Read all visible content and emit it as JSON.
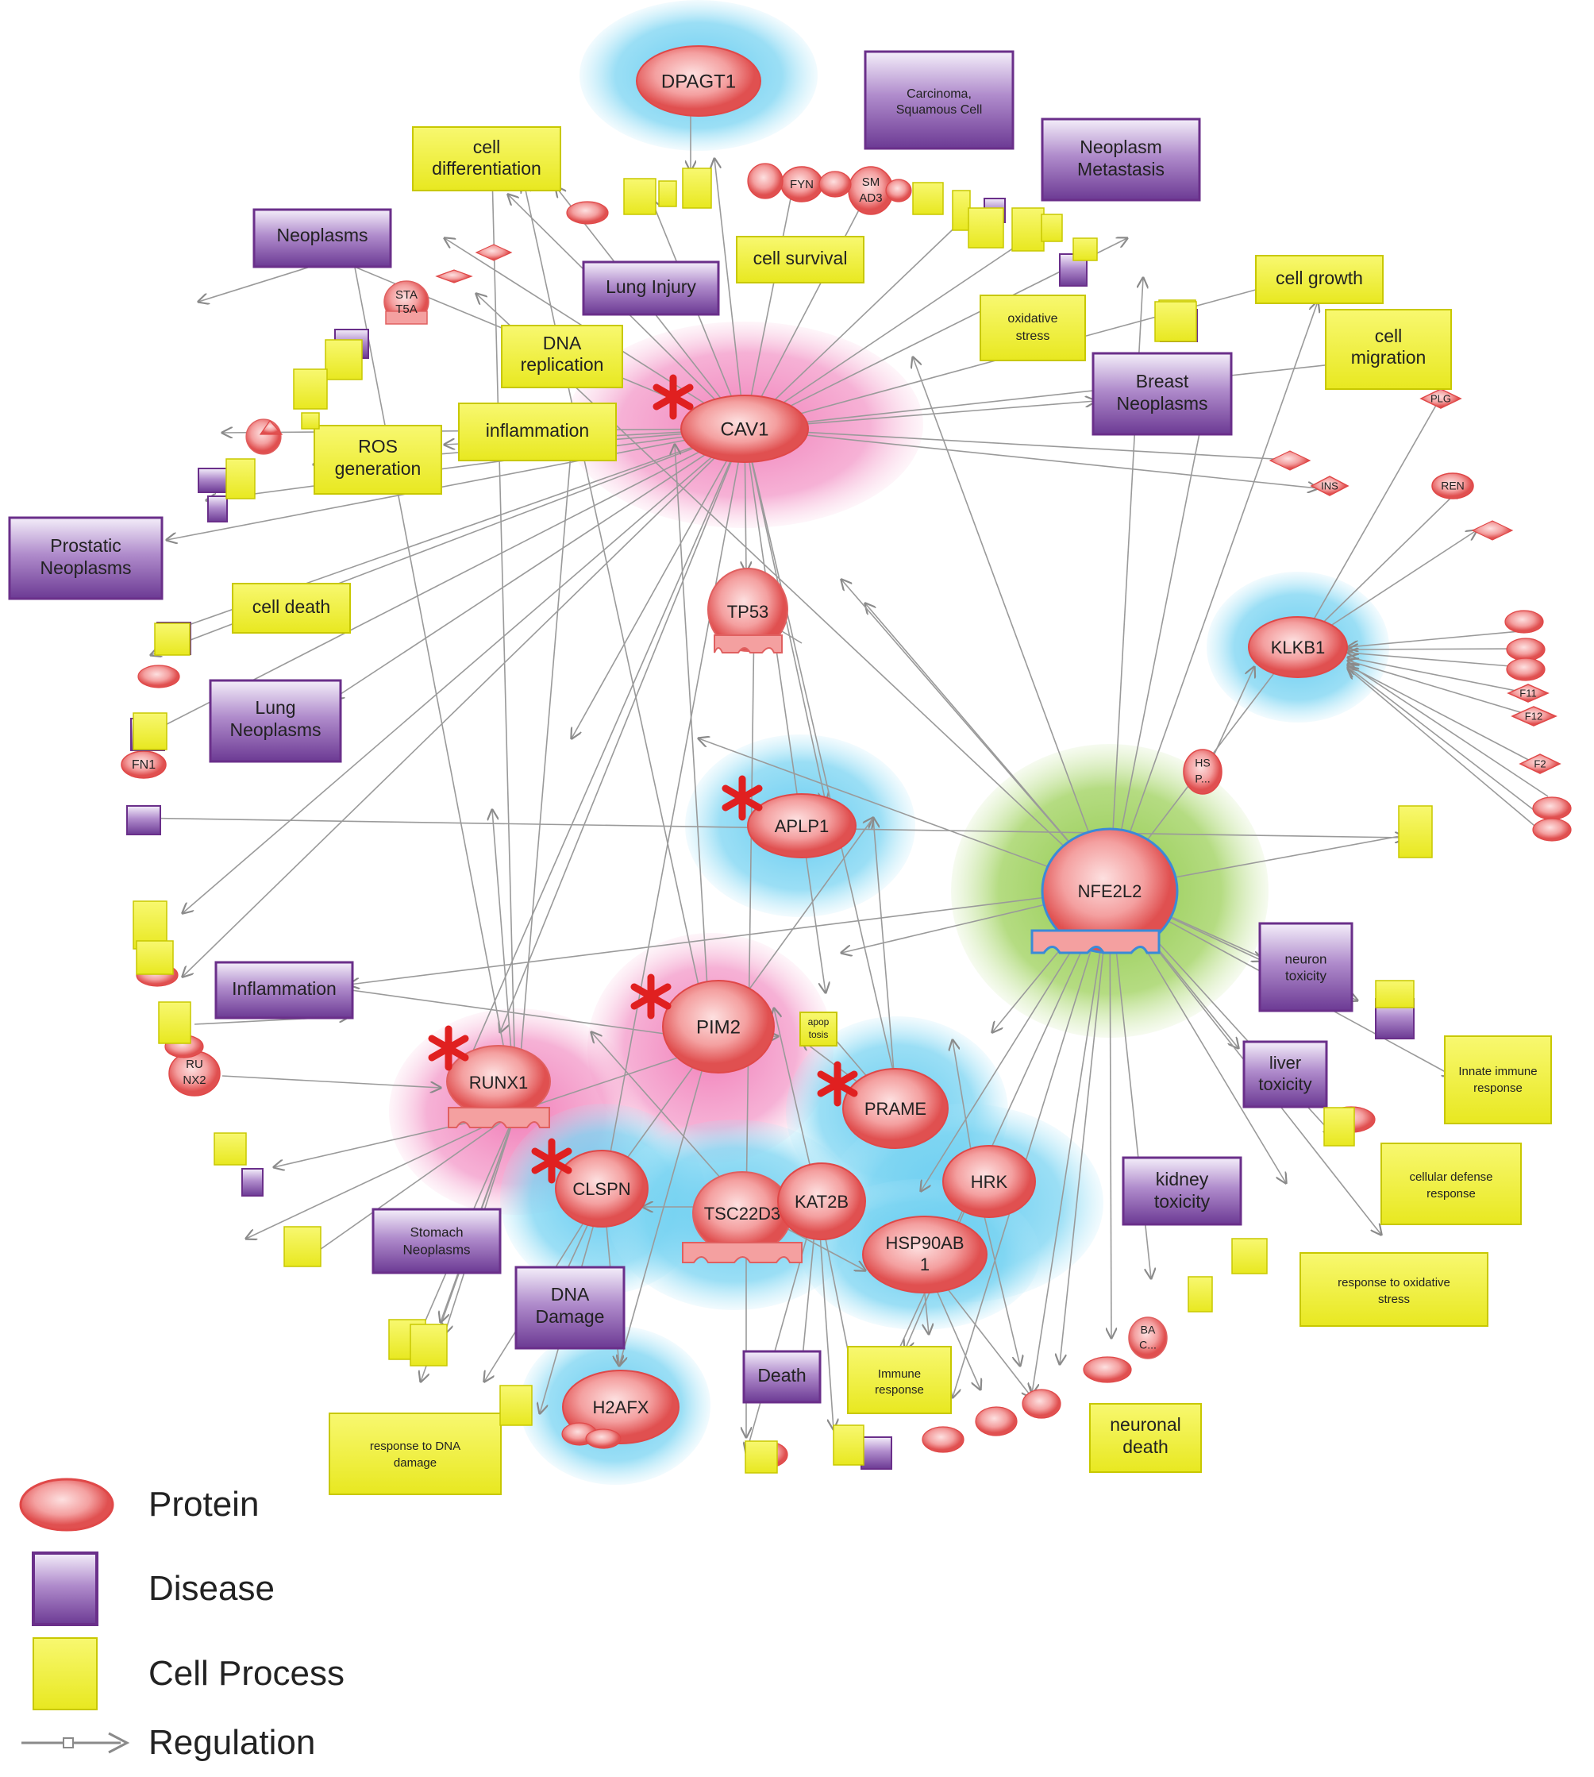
{
  "colors": {
    "protein_fill": "#f08a8a",
    "protein_stroke": "#e04848",
    "disease_fill": "#8a5aa8",
    "disease_stroke": "#6a2f8a",
    "process_fill": "#f2f230",
    "process_stroke": "#c8c800",
    "halo_blue": "#6fd0f0",
    "halo_pink": "#f080b8",
    "halo_green": "#8cc840",
    "edge": "#9a9a9a",
    "star": "#e02020",
    "nfe2l2_stroke": "#3a8ad8"
  },
  "nodes": {
    "dpagt1": "DPAGT1",
    "cav1": "CAV1",
    "tp53": "TP53",
    "klkb1": "KLKB1",
    "aplp1": "APLP1",
    "nfe2l2": "NFE2L2",
    "pim2": "PIM2",
    "runx1": "RUNX1",
    "prame": "PRAME",
    "clspn": "CLSPN",
    "tsc22d3": "TSC22D3",
    "kat2b": "KAT2B",
    "hrk": "HRK",
    "hsp90ab1_l1": "HSP90AB",
    "hsp90ab1_l2": "1",
    "h2afx": "H2AFX",
    "ren": "REN",
    "plg": "PLG",
    "fn1": "FN1",
    "runx2_l1": "RU",
    "runx2_l2": "NX2",
    "stat5a_l1": "STA",
    "stat5a_l2": "T5A",
    "smad3_l1": "SM",
    "smad3_l2": "AD3",
    "fyn": "FYN",
    "f12": "F12",
    "f11": "F11",
    "f2": "F2",
    "ins": "INS",
    "hsp_l1": "HS",
    "hsp_l2": "P...",
    "ba_l1": "BA",
    "ba_l2": "C..."
  },
  "diseases": {
    "carcinoma_l1": "Carcinoma,",
    "carcinoma_l2": "Squamous Cell",
    "metastasis_l1": "Neoplasm",
    "metastasis_l2": "Metastasis",
    "neoplasms": "Neoplasms",
    "lung_injury": "Lung Injury",
    "breast_l1": "Breast",
    "breast_l2": "Neoplasms",
    "prostatic_l1": "Prostatic",
    "prostatic_l2": "Neoplasms",
    "lung_neo_l1": "Lung",
    "lung_neo_l2": "Neoplasms",
    "inflammation": "Inflammation",
    "neuron_tox_l1": "neuron",
    "neuron_tox_l2": "toxicity",
    "liver_tox_l1": "liver",
    "liver_tox_l2": "toxicity",
    "kidney_tox_l1": "kidney",
    "kidney_tox_l2": "toxicity",
    "stomach_l1": "Stomach",
    "stomach_l2": "Neoplasms",
    "dna_damage_l1": "DNA",
    "dna_damage_l2": "Damage",
    "death": "Death"
  },
  "processes": {
    "cell_diff_l1": "cell",
    "cell_diff_l2": "differentiation",
    "cell_survival": "cell survival",
    "cell_growth": "cell growth",
    "cell_migration_l1": "cell",
    "cell_migration_l2": "migration",
    "oxidative_l1": "oxidative",
    "oxidative_l2": "stress",
    "dna_repl_l1": "DNA",
    "dna_repl_l2": "replication",
    "inflammation": "inflammation",
    "ros_l1": "ROS",
    "ros_l2": "generation",
    "cell_death": "cell death",
    "innate_l1": "Innate immune",
    "innate_l2": "response",
    "cellular_defense_l1": "cellular defense",
    "cellular_defense_l2": "response",
    "resp_oxidative_l1": "response to oxidative",
    "resp_oxidative_l2": "stress",
    "neuronal_death_l1": "neuronal",
    "neuronal_death_l2": "death",
    "immune_l1": "Immune",
    "immune_l2": "response",
    "resp_dna_l1": "response to DNA",
    "resp_dna_l2": "damage",
    "apoptosis_l1": "apop",
    "apoptosis_l2": "tosis"
  },
  "legend": {
    "protein": "Protein",
    "disease": "Disease",
    "cell_process": "Cell Process",
    "regulation": "Regulation"
  }
}
